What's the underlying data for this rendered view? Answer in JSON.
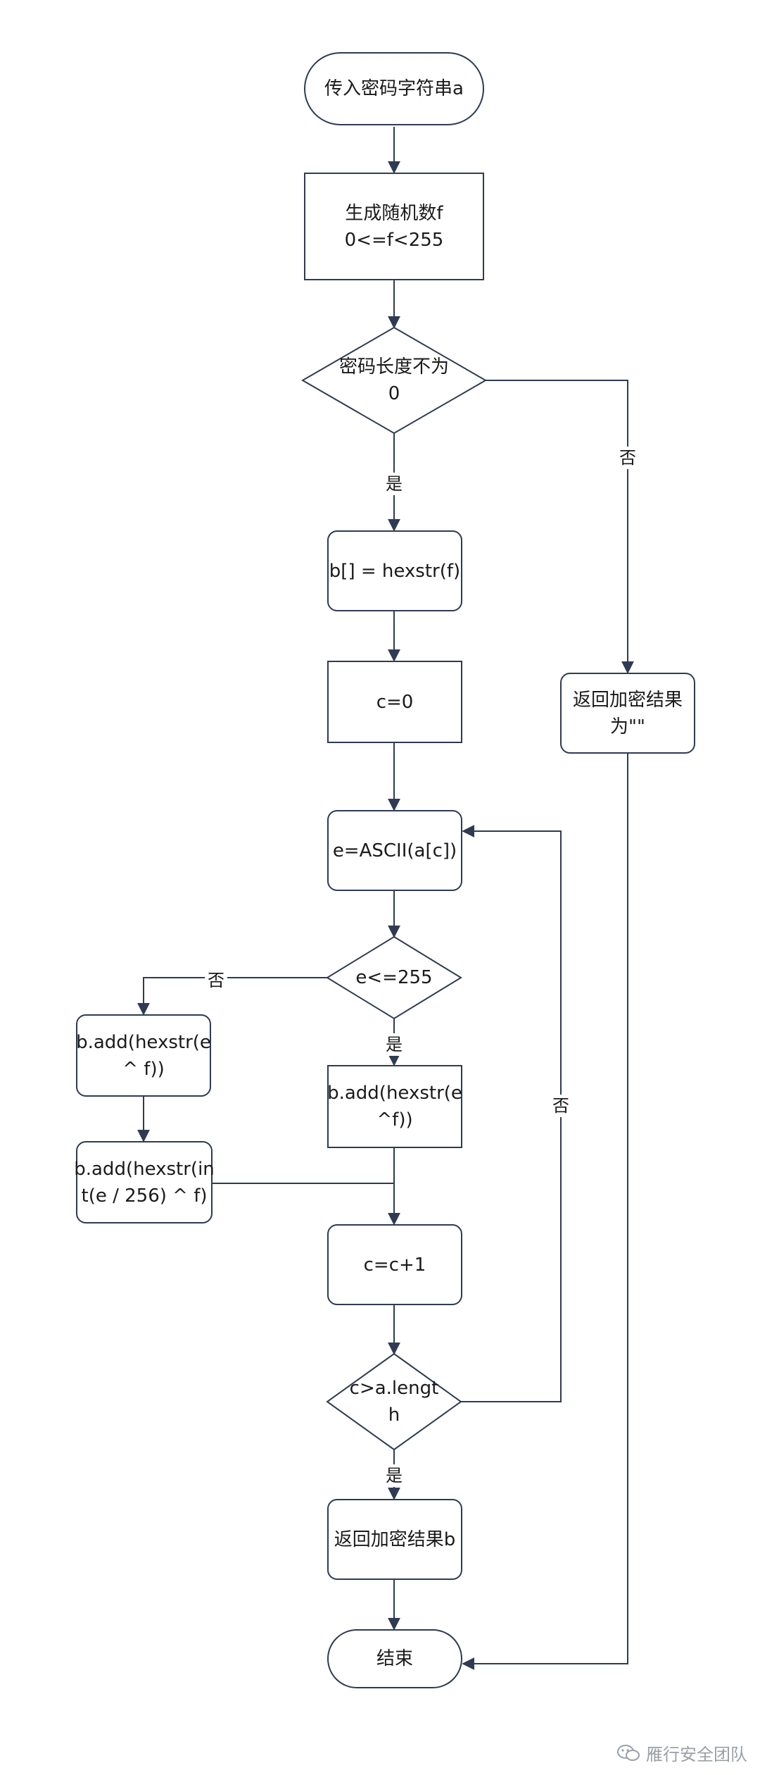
{
  "nodes": {
    "start": "传入密码字符串a",
    "gen_random": "生成随机数f\n0<=f<255",
    "len_check": "密码长度不为\n0",
    "init_b": "b[] = hexstr(f)",
    "init_c": "c=0",
    "get_ascii": "e=ASCII(a[c])",
    "e_check": "e<=255",
    "add_xor_left": "b.add(hexstr(e\n^ f))",
    "add_int_left": "b.add(hexstr(in\nt(e / 256) ^ f)",
    "add_xor_mid": "b.add(hexstr(e\n^f))",
    "inc_c": "c=c+1",
    "c_check": "c>a.lengt\nh",
    "return_b": "返回加密结果b",
    "return_empty": "返回加密结果\n为\"\"",
    "end": "结束"
  },
  "labels": {
    "yes_1": "是",
    "no_1": "否",
    "no_2": "否",
    "yes_2": "是",
    "no_3": "否",
    "yes_3": "是"
  },
  "watermark": "雁行安全团队",
  "colors": {
    "stroke": "#2f3b52",
    "text": "#1a1a1a",
    "watermark": "#9aa0a6"
  }
}
